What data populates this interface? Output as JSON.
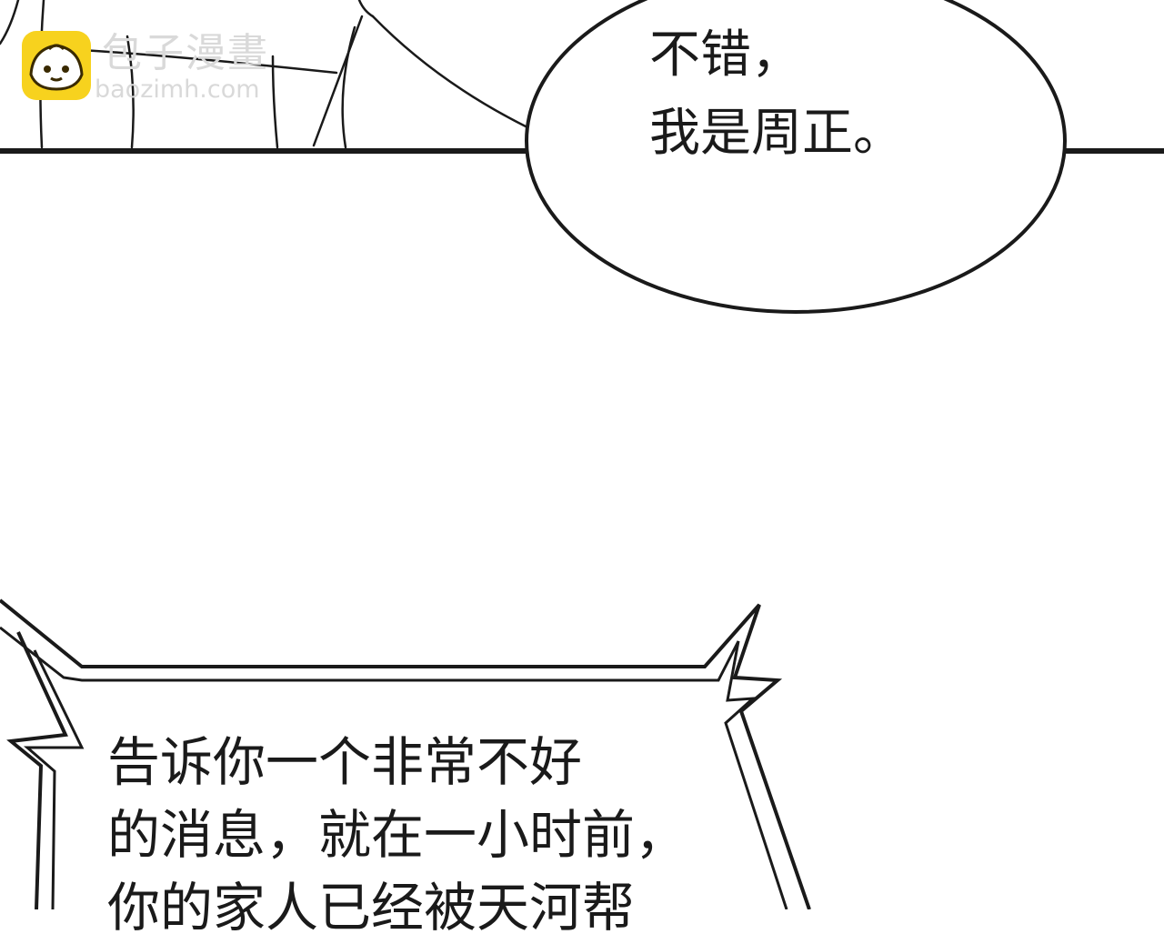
{
  "watermark": {
    "title": "包子漫畫",
    "domain": "baozimh.com",
    "logo_icon": "bun-face-icon",
    "logo_color": "#f7d21e"
  },
  "bubbles": {
    "top_right": {
      "lines": [
        "不错，",
        "我是周正。"
      ]
    },
    "bottom_left": {
      "lines": [
        "告诉你一个非常不好",
        "的消息，就在一小时前，",
        "你的家人已经被天河帮"
      ]
    }
  },
  "colors": {
    "ink": "#1a1a1a",
    "watermark_text": "#d9d9d9",
    "background": "#ffffff"
  }
}
